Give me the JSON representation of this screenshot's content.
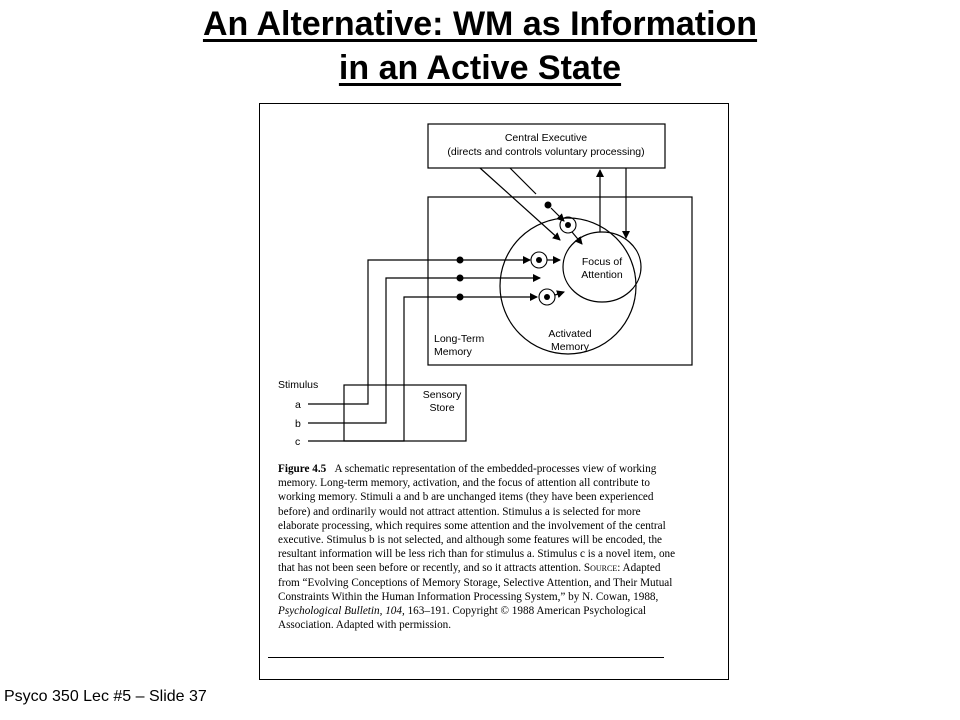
{
  "slide": {
    "title_line1": "An Alternative: WM as Information",
    "title_line2": "in an Active State",
    "footer": "Psyco 350 Lec #5 – Slide 37"
  },
  "diagram": {
    "central_executive_line1": "Central Executive",
    "central_executive_line2": "(directs and controls voluntary processing)",
    "focus_line1": "Focus of",
    "focus_line2": "Attention",
    "activated_line1": "Activated",
    "activated_line2": "Memory",
    "ltm_line1": "Long-Term",
    "ltm_line2": "Memory",
    "stimulus_label": "Stimulus",
    "stim_a": "a",
    "stim_b": "b",
    "stim_c": "c",
    "sensory_line1": "Sensory",
    "sensory_line2": "Store"
  },
  "caption": {
    "figure_label": "Figure 4.5",
    "text": "A schematic representation of the embedded-processes view of working memory. Long-term memory, activation, and the focus of attention all contribute to working memory. Stimuli a and b are unchanged items (they have been experienced before) and ordinarily would not attract attention. Stimulus a is selected for more elaborate processing, which requires some attention and the involvement of the central executive. Stimulus b is not selected, and although some features will be encoded, the resultant information will be less rich than for stimulus a. Stimulus c is a novel item, one that has not been seen before or recently, and so it attracts attention.",
    "source_label": "Source:",
    "source_text": "Adapted from “Evolving Conceptions of Memory Storage, Selective Attention, and Their Mutual Constraints Within the Human Information Processing System,” by N. Cowan, 1988,",
    "journal": "Psychological Bulletin, 104,",
    "source_tail": "163–191. Copyright © 1988 American Psychological Association. Adapted with permission."
  }
}
